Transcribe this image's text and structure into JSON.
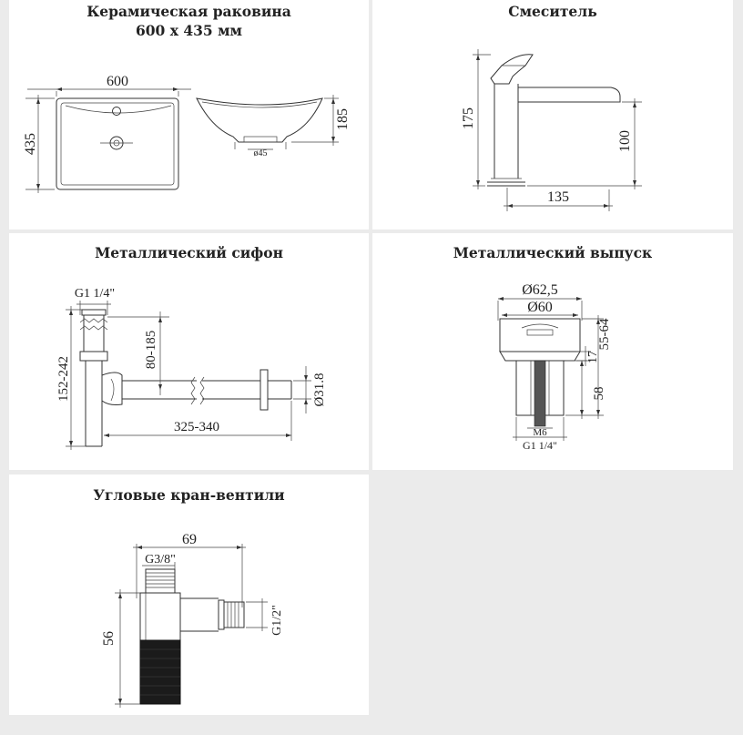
{
  "panels": {
    "basin": {
      "title_line1": "Керамическая раковина",
      "title_line2": "600 x 435 мм",
      "dims": {
        "width": "600",
        "depth": "435",
        "height": "185",
        "drain": "ø45"
      }
    },
    "mixer": {
      "title": "Смеситель",
      "dims": {
        "height": "175",
        "spout_height": "100",
        "reach": "135"
      }
    },
    "siphon": {
      "title": "Металлический сифон",
      "dims": {
        "thread": "G1 1/4\"",
        "height_range": "152-242",
        "outlet_height": "80-185",
        "length": "325-340",
        "pipe_diameter": "Ø31.8"
      }
    },
    "drain": {
      "title": "Металлический выпуск",
      "dims": {
        "flange": "Ø62,5",
        "cap": "Ø60",
        "height_range": "55-64",
        "collar": "17",
        "length": "58",
        "bolt": "M6",
        "thread": "G1 1/4\""
      }
    },
    "valve": {
      "title": "Угловые кран-вентили",
      "dims": {
        "length": "69",
        "inlet_thread": "G3/8\"",
        "height": "56",
        "outlet_thread": "G1/2\""
      }
    }
  }
}
